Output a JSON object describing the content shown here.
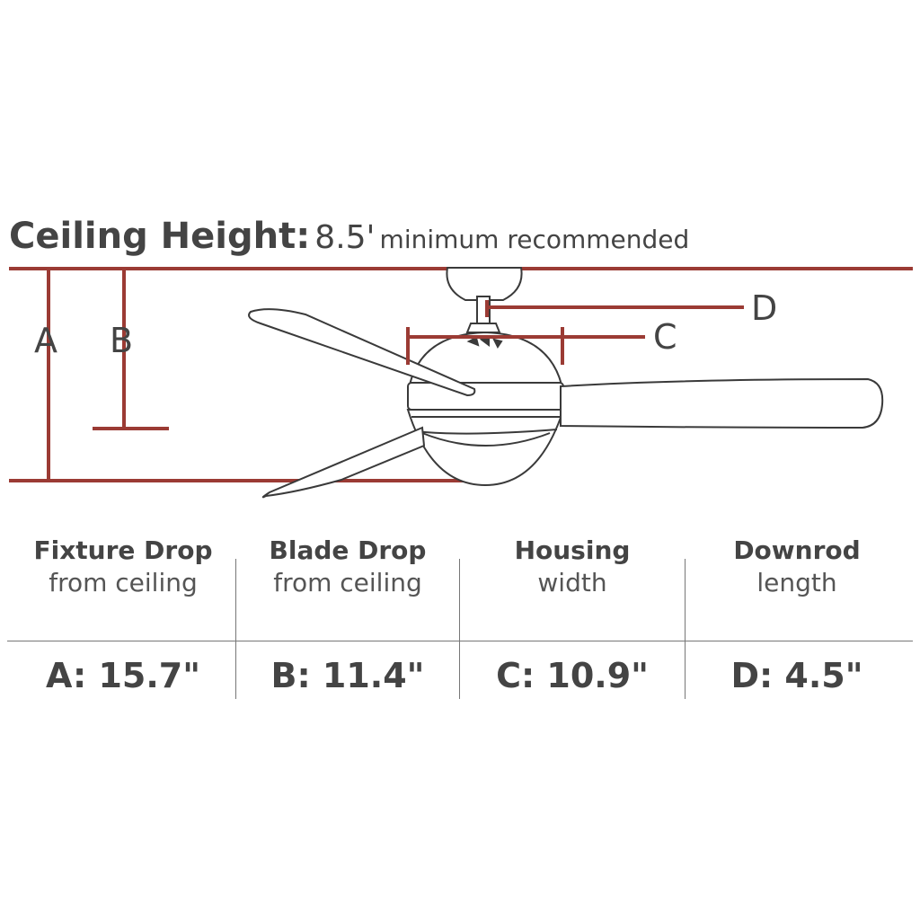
{
  "colors": {
    "accent": "#9b3b34",
    "text": "#444444",
    "line": "#777777"
  },
  "heading": {
    "label": "Ceiling Height:",
    "value": "8.5'",
    "note": "minimum recommended"
  },
  "diagram": {
    "letters": {
      "a": "A",
      "b": "B",
      "c": "C",
      "d": "D"
    }
  },
  "specs": [
    {
      "title": "Fixture Drop",
      "subtitle": "from ceiling",
      "value": "A: 15.7\""
    },
    {
      "title": "Blade Drop",
      "subtitle": "from ceiling",
      "value": "B: 11.4\""
    },
    {
      "title": "Housing",
      "subtitle": "width",
      "value": "C: 10.9\""
    },
    {
      "title": "Downrod",
      "subtitle": "length",
      "value": "D: 4.5\""
    }
  ]
}
